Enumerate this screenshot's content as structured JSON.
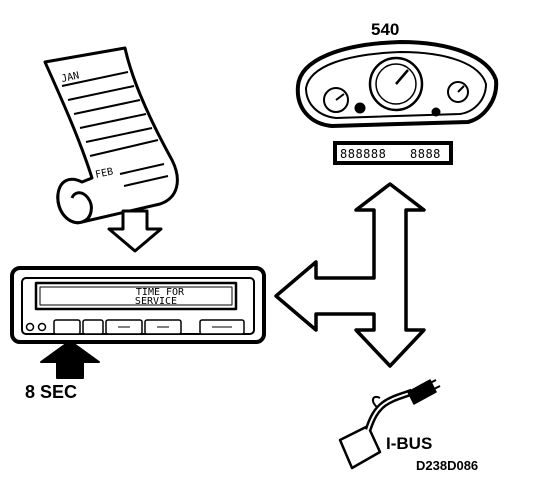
{
  "labels": {
    "cluster_model": "540",
    "hold_time": "8 SEC",
    "bus": "I-BUS",
    "figure_code": "D238D086"
  },
  "calendar": {
    "month_top": "JAN",
    "month_bottom": "FEB"
  },
  "display": {
    "line1": "TIME FOR",
    "line2": "SERVICE"
  },
  "odometer": {
    "readout_left": "888888",
    "readout_right": "8888"
  },
  "icons": [
    "calendar-icon",
    "down-arrow-icon",
    "instrument-cluster-icon",
    "double-arrow-icon",
    "radio-display-icon",
    "press-arrow-icon",
    "connector-cable-icon"
  ],
  "colors": {
    "ink": "#000000",
    "paper": "#ffffff"
  }
}
